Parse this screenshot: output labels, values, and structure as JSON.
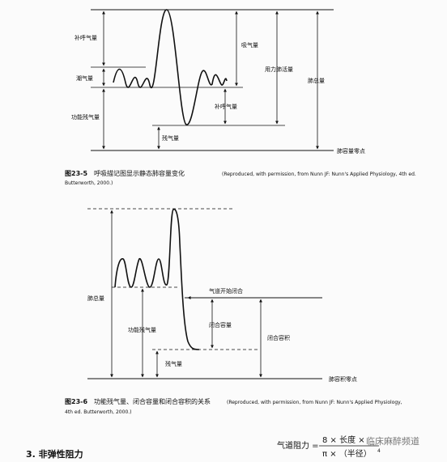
{
  "figure1": {
    "labels": {
      "irv": "补呼气量",
      "tv": "潮气量",
      "frc": "功能残气量",
      "ic": "吸气量",
      "vc": "用力肺活量",
      "tlc": "肺总量",
      "erv": "补呼气量",
      "rv": "残气量",
      "zero": "肺容量零点"
    },
    "caption_num": "图23-5",
    "caption_cn": "呼吸描记图显示静态肺容量变化",
    "caption_en_1": "(Reproduced, with permission, from Nunn JF: Nunn's Applied Physiology, 4th ed.",
    "caption_en_2": "Butterworth, 2000.)"
  },
  "figure2": {
    "labels": {
      "tlc": "肺总量",
      "airway_close": "气道开始闭合",
      "frc": "功能残气量",
      "cc_small": "闭合容量",
      "cc": "闭合容积",
      "rv": "残气量",
      "zero": "肺容积零点"
    },
    "caption_num": "图23-6",
    "caption_cn": "功能残气量、闭合容量和闭合容积的关系",
    "caption_en_1": "(Reproduced, with permission, from Nunn JF: Nunn's Applied Physiology,",
    "caption_en_2": "4th ed. Butterworth, 2000.)"
  },
  "section": {
    "heading": "3. 非弹性阻力",
    "formula_left": "气道阻力 =",
    "formula_num": "8 × 长度 ×",
    "formula_den": "π × （半径）",
    "formula_exp": "4"
  },
  "watermark": "临床麻醉频道"
}
